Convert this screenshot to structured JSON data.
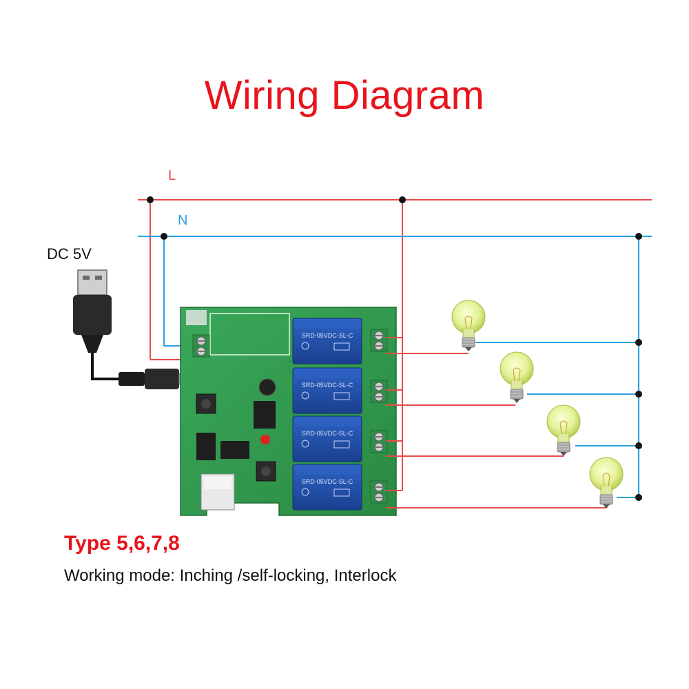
{
  "title": "Wiring Diagram",
  "line_labels": {
    "live": "L",
    "neutral": "N"
  },
  "power_label": "DC 5V",
  "type_label": "Type 5,6,7,8",
  "mode_label": "Working mode: Inching /self-locking, Interlock",
  "colors": {
    "title": "#e8141b",
    "live_wire": "#e84a4a",
    "neutral_wire": "#2aa0e0",
    "board": "#2e9a4a",
    "relay": "#1f4fa8",
    "terminal": "#2f8f4a"
  },
  "relays": [
    {
      "marking": "SRD-05VDC-SL-C"
    },
    {
      "marking": "SRD-05VDC-SL-C"
    },
    {
      "marking": "SRD-05VDC-SL-C"
    },
    {
      "marking": "SRD-05VDC-SL-C"
    }
  ],
  "icons": [
    "usb-plug-icon",
    "light-bulb-icon"
  ]
}
